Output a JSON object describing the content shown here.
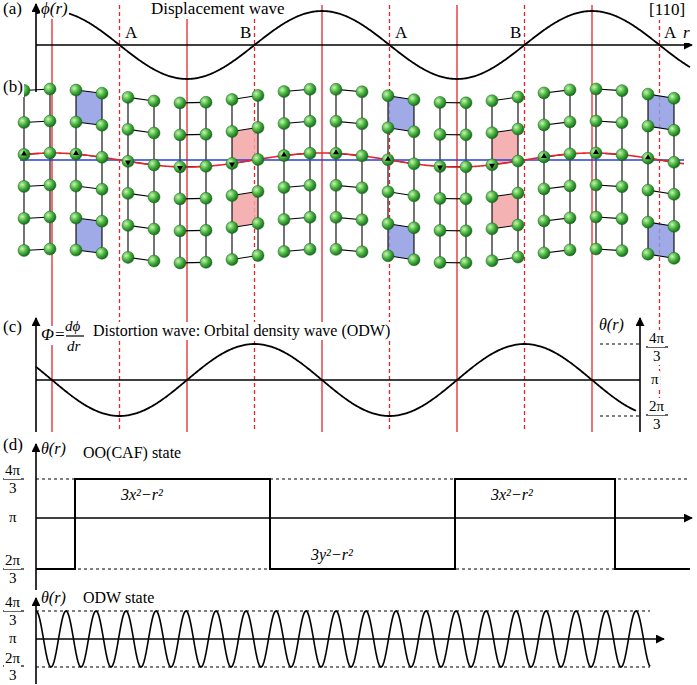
{
  "diagram": {
    "labels": [
      "(a)",
      "ϕ(r)",
      "Displacement wave",
      "A",
      "B",
      "A",
      "B",
      "A",
      "[110]",
      "r",
      "(b)",
      "(c)",
      "Φ=",
      "dϕ",
      "dr",
      "Distortion wave: Orbital density wave (ODW)",
      "θ(r)",
      "4π",
      "3",
      "π",
      "2π",
      "3",
      "(d)",
      "θ(r)",
      "OO(CAF) state",
      "4π",
      "3",
      "π",
      "2π",
      "3",
      "3x²−r²",
      "3y²−r²",
      "3x²−r²",
      "θ(r)",
      "ODW state",
      "4π",
      "3",
      "π",
      "2π",
      "3"
    ]
  }
}
